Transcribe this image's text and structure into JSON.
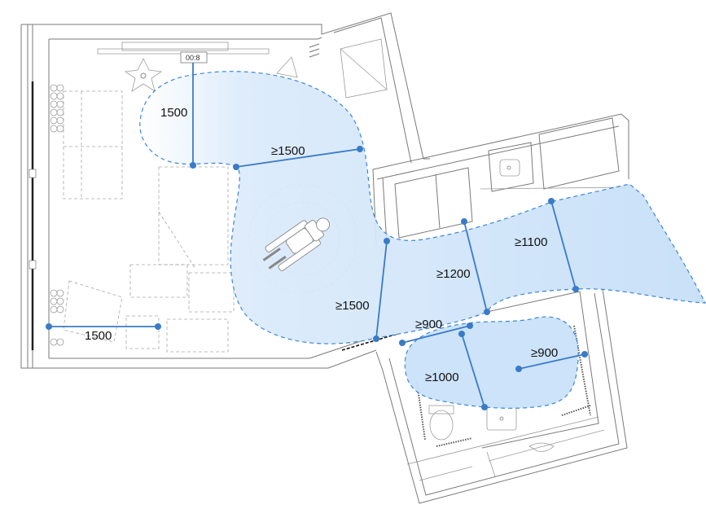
{
  "plan": {
    "clock_label": "00:8"
  },
  "colors": {
    "zone_fill": "#cfe5fb",
    "zone_stroke": "#3a86d8",
    "dimension": "#3a7bc8",
    "wall": "#7a7a7a"
  },
  "dimensions": [
    {
      "label": "1500"
    },
    {
      "label": "≥1500"
    },
    {
      "label": "1500"
    },
    {
      "label": "≥1500"
    },
    {
      "label": "≥1200"
    },
    {
      "label": "≥1100"
    },
    {
      "label": "≥900"
    },
    {
      "label": "≥1000"
    },
    {
      "label": "≥900"
    }
  ]
}
